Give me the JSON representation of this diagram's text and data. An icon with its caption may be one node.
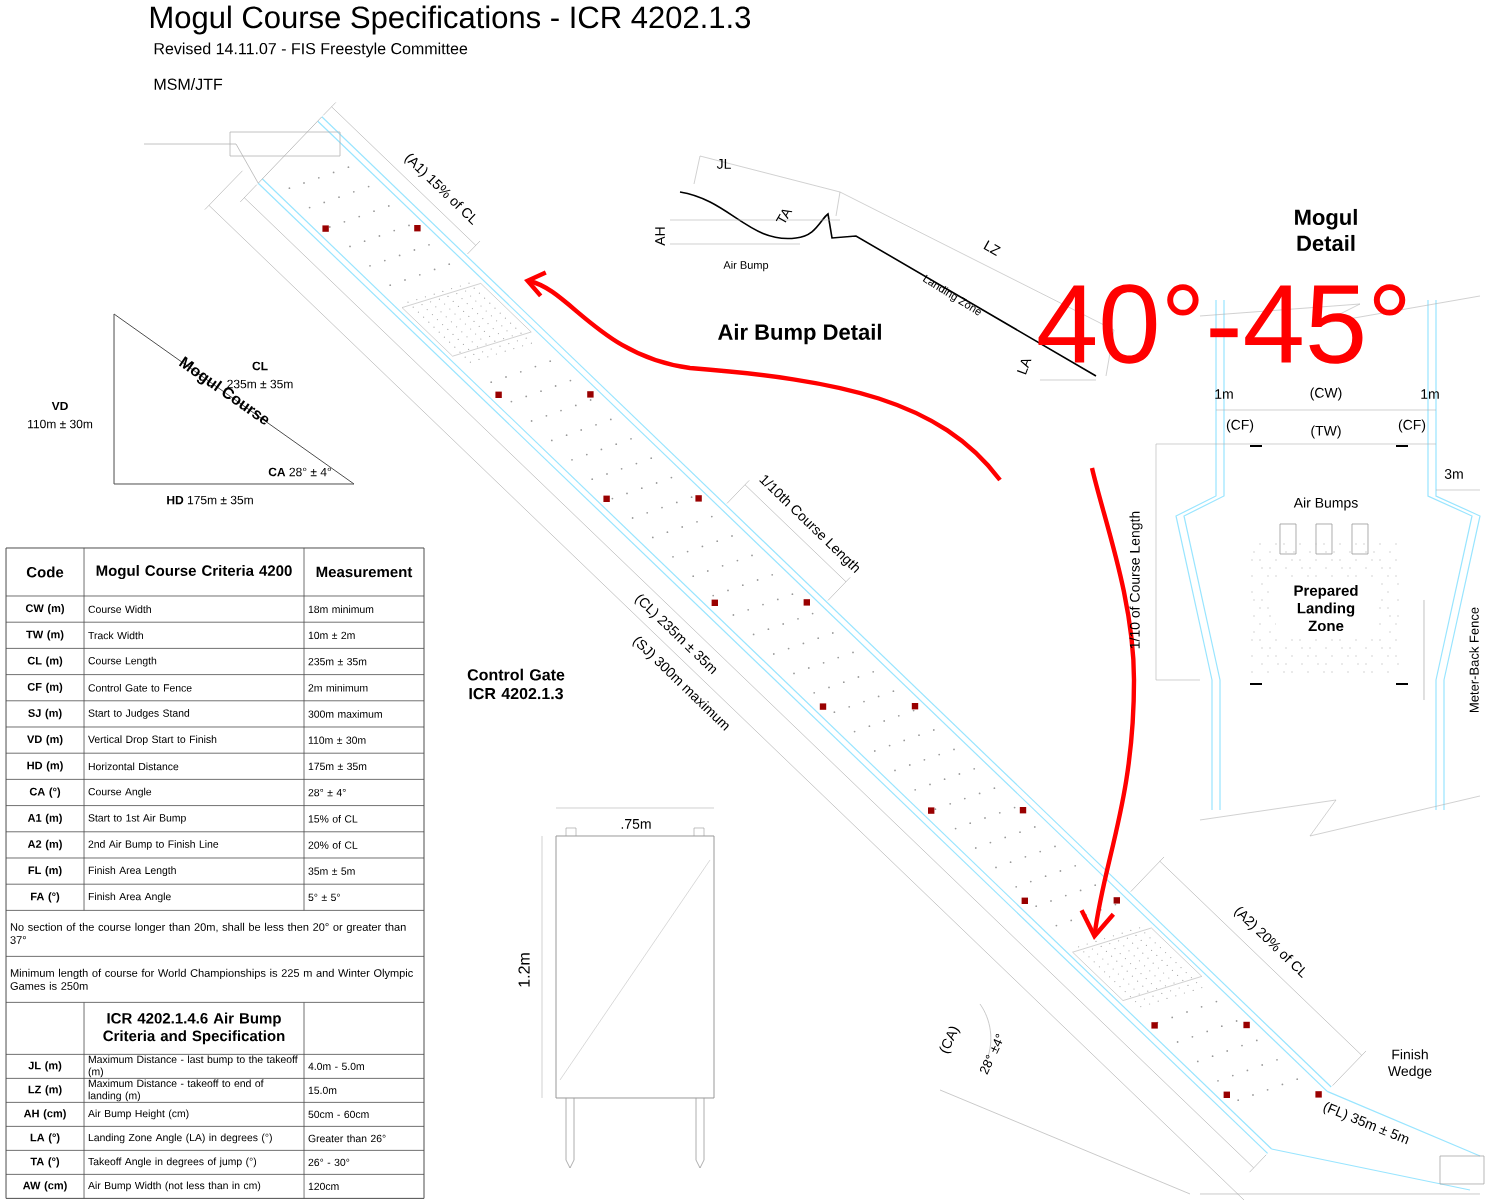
{
  "diagram": {
    "title": "Mogul Course Specifications - ICR 4202.1.3",
    "nodes": [
      {
        "text": [
          "Mogul Course"
        ]
      },
      {
        "text": [
          "Prepared Landing Zone"
        ]
      }
    ],
    "labels": [
      "Revised 14.11.07 - FIS Freestyle Committee",
      "MSM/JTF",
      "(A1) 15% of CL",
      "JL",
      "AH",
      "TA",
      "Air Bump",
      "LZ",
      "Landing Zone",
      "LA",
      "Air Bump Detail",
      "Mogul Detail",
      "40°-45°",
      "CL",
      "235m ± 35m",
      "VD",
      "110m ± 30m",
      "**CA** 28° ± 4°",
      "**HD** 175m ± 35m",
      "1/10th Course Length",
      "(CL) 235m ± 35m",
      "(SJ) 300m maximum",
      "1m",
      "(CW)",
      "1m",
      "(CF)",
      "(TW)",
      "(CF)",
      "3m",
      "1/10 of Course Length",
      "Air Bumps",
      "Meter-Back Fence",
      "Control Gate ICR 4202.1.3",
      ".75m",
      "1.2m",
      "(A2) 20% of CL",
      "(CA)",
      "28° ±4°",
      "Finish Wedge",
      "(FL) 35m ± 5m",
      "Code",
      "Mogul Course Criteria 4200",
      "Measurement",
      "CW (m)",
      "Course Width",
      "18m minimum",
      "TW (m)",
      "Track Width",
      "10m ± 2m",
      "CL (m)",
      "Course Length",
      "235m ± 35m",
      "CF (m)",
      "Control Gate to Fence",
      "2m minimum",
      "SJ (m)",
      "Start to Judges Stand",
      "300m maximum",
      "VD (m)",
      "Vertical Drop Start to Finish",
      "110m ± 30m",
      "HD (m)",
      "Horizontal Distance",
      "175m ± 35m",
      "CA (°)",
      "Course Angle",
      "28° ± 4°",
      "A1 (m)",
      "Start to 1st Air Bump",
      "15% of CL",
      "A2 (m)",
      "2nd Air Bump to Finish Line",
      "20% of CL",
      "FL (m)",
      "Finish Area Length",
      "35m ± 5m",
      "FA (°)",
      "Finish Area Angle",
      "5° ± 5°",
      "No section of the course longer than 20m, shall be less then 20° or greater than 37°",
      "Minimum length of course for World Championships is 225 m and Winter Olympic Games is 250m",
      "ICR 4202.1.4.6 Air Bump Criteria and Specification",
      "JL (m)",
      "Maximum Distance - last bump to the takeoff (m)",
      "4.0m - 5.0m",
      "LZ (m)",
      "Maximum Distance - takeoff to end of landing (m)",
      "15.0m",
      "AH (cm)",
      "Air Bump Height (cm)",
      "50cm - 60cm",
      "LA (°)",
      "Landing Zone Angle (LA) in degrees (°)",
      "Greater than 26°",
      "TA (°)",
      "Takeoff Angle in degrees of jump (°)",
      "26° - 30°",
      "AW (cm)",
      "Air Bump Width (not less than in cm)",
      "120cm"
    ]
  }
}
